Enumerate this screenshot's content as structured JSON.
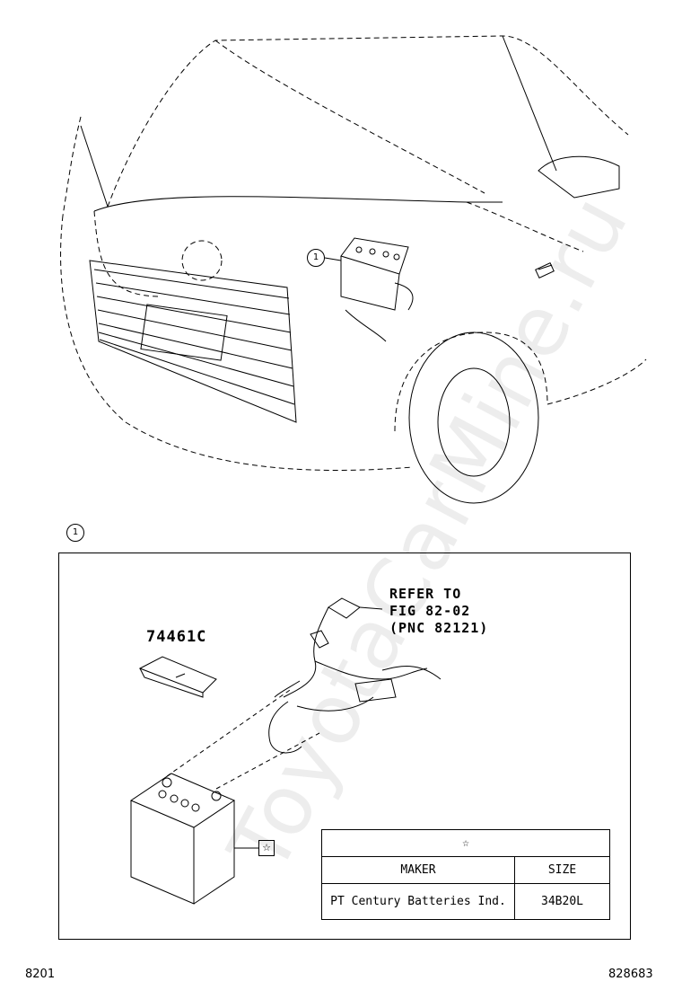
{
  "watermark": "ToyotaCarMine.ru",
  "callouts": {
    "car_callout": "1",
    "detail_callout": "1"
  },
  "part_number": "74461C",
  "reference": {
    "line1": "REFER TO",
    "line2": "FIG 82-02",
    "line3": "(PNC 82121)"
  },
  "battery_marker": "☆",
  "spec_table": {
    "header_symbol": "☆",
    "col_maker": "MAKER",
    "col_size": "SIZE",
    "rows": [
      {
        "maker": "PT Century Batteries Ind.",
        "size": "34B20L"
      }
    ]
  },
  "footer": {
    "left": "8201",
    "right": "828683"
  }
}
